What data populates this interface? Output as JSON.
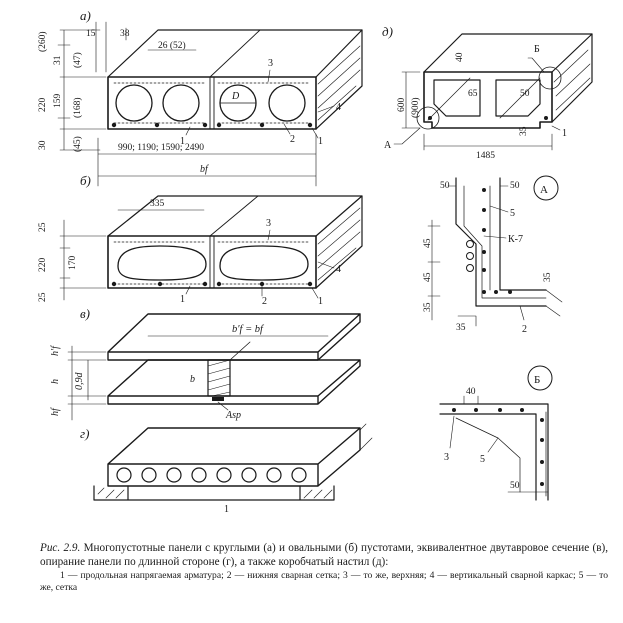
{
  "panel_a": {
    "label": "а)",
    "dims_top": [
      "15",
      "38",
      "26 (52)"
    ],
    "dims_left": [
      "(260)",
      "31",
      "(47)",
      "220",
      "159",
      "(168)",
      "30",
      "(45)"
    ],
    "dim_bottom": "990; 1190; 1590; 2490",
    "dim_bf": "bf",
    "diameter": "D",
    "callouts": [
      "3",
      "4",
      "1",
      "2",
      "1"
    ]
  },
  "panel_b": {
    "label": "б)",
    "dim_top": "335",
    "dims_left": [
      "25",
      "220",
      "170",
      "25"
    ],
    "callouts": [
      "3",
      "4",
      "1",
      "2",
      "1"
    ]
  },
  "panel_v": {
    "label": "в)",
    "flange_label": "b′f = bf",
    "dims_left": [
      "h′f",
      "h",
      "0,9d",
      "hf"
    ],
    "web_label": "b",
    "asp_label": "Asp"
  },
  "panel_g": {
    "label": "г)",
    "callout": "1"
  },
  "panel_d": {
    "label": "д)",
    "dims": [
      "40",
      "65",
      "50",
      "35",
      "1485"
    ],
    "dims_left": [
      "600",
      "(900)"
    ],
    "callouts": [
      "Б",
      "А",
      "1"
    ]
  },
  "detail_A": {
    "label": "А",
    "dims": [
      "50",
      "50",
      "45",
      "45",
      "35",
      "35",
      "35"
    ],
    "callouts": [
      "5",
      "К-7",
      "2"
    ]
  },
  "detail_B": {
    "label": "Б",
    "dims": [
      "40",
      "50"
    ],
    "callouts": [
      "3",
      "5"
    ]
  },
  "caption": {
    "fig_num": "Рис. 2.9.",
    "text": "Многопустотные панели с круглыми (а) и овальными (б) пустотами, эквивалентное двутавровое сечение (в), опирание панели по длинной стороне (г), а также коробчатый настил (д):",
    "legend": "1 — продольная напрягаемая арматура; 2 — нижняя сварная сетка; 3 — то же, верхняя; 4 — вертикальный сварной каркас; 5 — то же, сетка"
  }
}
